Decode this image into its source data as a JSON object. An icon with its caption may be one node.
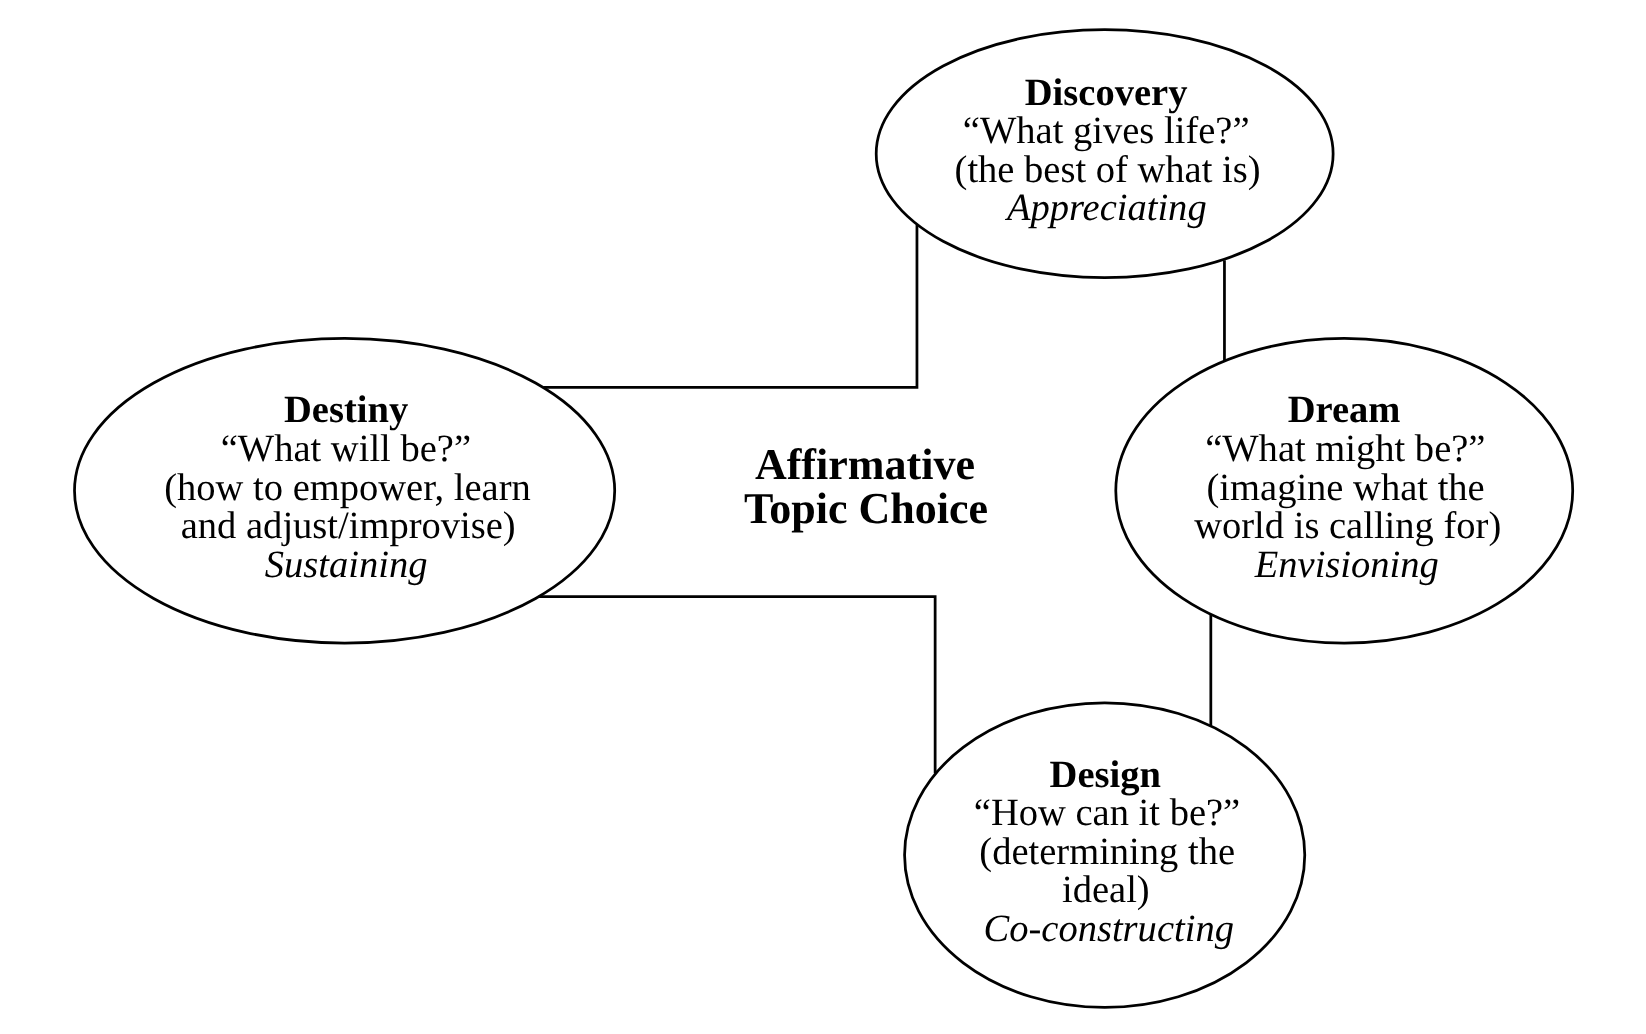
{
  "diagram": {
    "nodes": [
      {
        "text": [
          "Discovery",
          "“What gives life?”",
          "(the best of what is)",
          "Appreciating"
        ]
      },
      {
        "text": [
          "Dream",
          "“What might be?”",
          "(imagine what the world is calling for)",
          "Envisioning"
        ]
      },
      {
        "text": [
          "Design",
          "“How can it be?”",
          "(determining the ideal)",
          "Co-constructing"
        ]
      },
      {
        "text": [
          "Destiny",
          "“What will be?”",
          "(how to empower, learn and adjust/improvise)",
          "Sustaining"
        ]
      }
    ],
    "edges": [
      {
        "from": 0,
        "to": 1,
        "arrow": "none"
      },
      {
        "from": 1,
        "to": 2,
        "arrow": "none"
      },
      {
        "from": 2,
        "to": 3,
        "arrow": "none"
      },
      {
        "from": 3,
        "to": 0,
        "arrow": "none"
      }
    ],
    "labels": [
      "Affirmative Topic Choice"
    ]
  }
}
